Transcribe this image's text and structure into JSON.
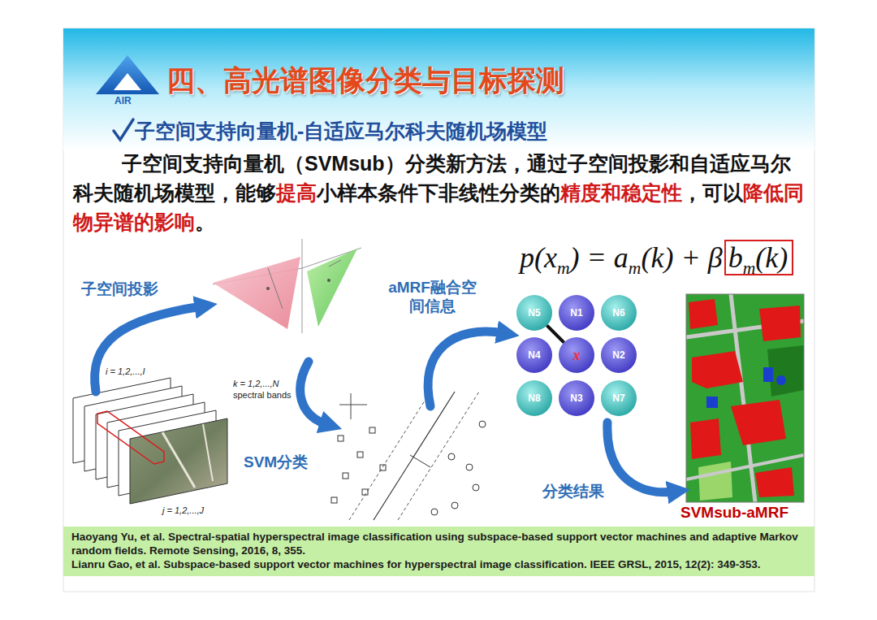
{
  "diagram": {
    "title": "四、高光谱图像分类与目标探测",
    "nodes": [
      {
        "text": [
          "N5"
        ]
      },
      {
        "text": [
          "N1"
        ]
      },
      {
        "text": [
          "N6"
        ]
      },
      {
        "text": [
          "N4"
        ]
      },
      {
        "text": [
          "x"
        ]
      },
      {
        "text": [
          "N2"
        ]
      },
      {
        "text": [
          "N8"
        ]
      },
      {
        "text": [
          "N3"
        ]
      },
      {
        "text": [
          "N7"
        ]
      },
      {
        "text": [
          "Haoyang Yu, et al. Spectral-spatial hyperspectral image classification using subspace-based support vector machines and adaptive Markov random fields. Remote Sensing, 2016, 8, 355.",
          "Lianru Gao, et al. Subspace-based support vector machines for hyperspectral image classification. IEEE GRSL, 2015, 12(2): 349-353."
        ]
      }
    ],
    "edges": [
      {
        "from": 0,
        "to": 4,
        "arrow": "none"
      }
    ],
    "labels": [
      "AIR",
      "子空间支持向量机-自适应马尔科夫随机场模型",
      "子空间支持向量机（SVMsub）分类新方法，通过子空间投影和自适应马尔科夫随机场模型，能够",
      "提高",
      "小样本条件下非线性分类的",
      "精度和稳定性",
      "，可以",
      "降低同物异谱的影响",
      "。",
      "p(x",
      "m",
      ") = a",
      "m",
      "(k) + β",
      "b",
      "m",
      "(k)",
      "子空间投影",
      "SVM分类",
      "aMRF融合空间信息",
      "分类结果",
      "i = 1,2,...,I",
      "k = 1,2,...,N",
      "spectral bands",
      "j = 1,2,...,J",
      "SVMsub-aMRF"
    ]
  }
}
